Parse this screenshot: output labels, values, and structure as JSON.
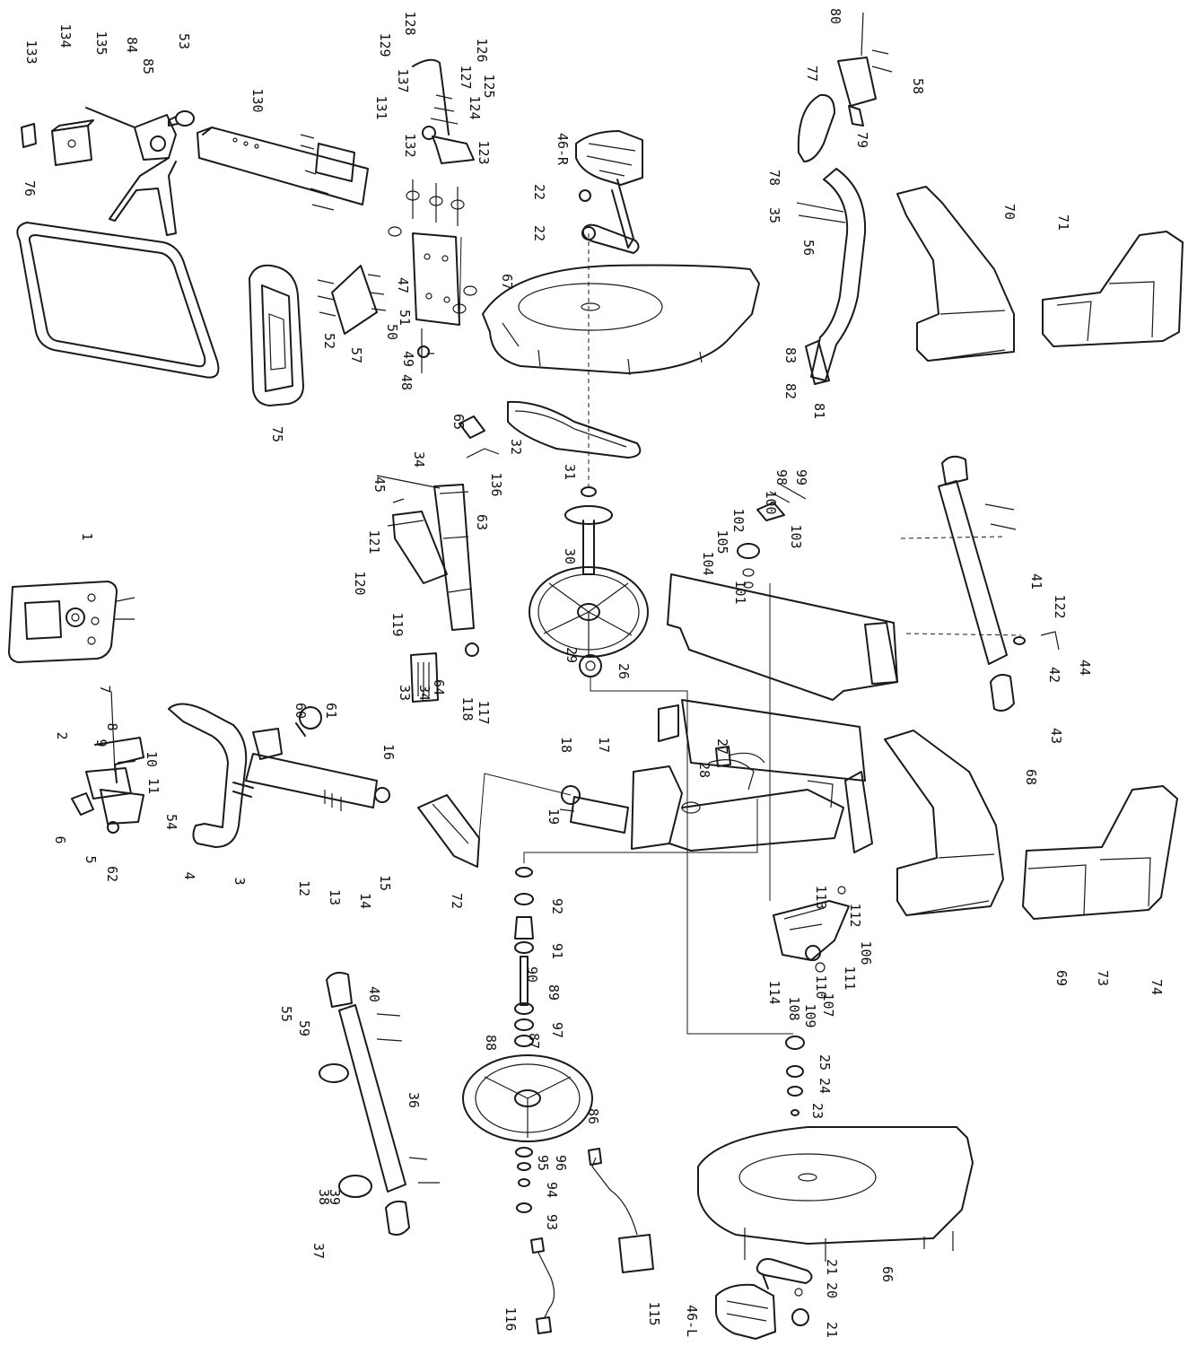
{
  "labels": [
    {
      "id": "p133",
      "text": "133"
    },
    {
      "id": "p134",
      "text": "134"
    },
    {
      "id": "p135",
      "text": "135"
    },
    {
      "id": "p84",
      "text": "84"
    },
    {
      "id": "p85",
      "text": "85"
    },
    {
      "id": "p53",
      "text": "53"
    },
    {
      "id": "p130",
      "text": "130"
    },
    {
      "id": "p76",
      "text": "76"
    },
    {
      "id": "p75",
      "text": "75"
    },
    {
      "id": "p52",
      "text": "52"
    },
    {
      "id": "p57",
      "text": "57"
    },
    {
      "id": "p128",
      "text": "128"
    },
    {
      "id": "p129",
      "text": "129"
    },
    {
      "id": "p137",
      "text": "137"
    },
    {
      "id": "p131",
      "text": "131"
    },
    {
      "id": "p127",
      "text": "127"
    },
    {
      "id": "p126",
      "text": "126"
    },
    {
      "id": "p125",
      "text": "125"
    },
    {
      "id": "p124",
      "text": "124"
    },
    {
      "id": "p132",
      "text": "132"
    },
    {
      "id": "p123",
      "text": "123"
    },
    {
      "id": "p46R",
      "text": "46-R"
    },
    {
      "id": "p22a",
      "text": "22"
    },
    {
      "id": "p22b",
      "text": "22"
    },
    {
      "id": "p47",
      "text": "47"
    },
    {
      "id": "p51",
      "text": "51"
    },
    {
      "id": "p50",
      "text": "50"
    },
    {
      "id": "p49",
      "text": "49"
    },
    {
      "id": "p48",
      "text": "48"
    },
    {
      "id": "p67",
      "text": "67"
    },
    {
      "id": "p80",
      "text": "80"
    },
    {
      "id": "p77",
      "text": "77"
    },
    {
      "id": "p58",
      "text": "58"
    },
    {
      "id": "p79",
      "text": "79"
    },
    {
      "id": "p78",
      "text": "78"
    },
    {
      "id": "p35",
      "text": "35"
    },
    {
      "id": "p56",
      "text": "56"
    },
    {
      "id": "p70",
      "text": "70"
    },
    {
      "id": "p71",
      "text": "71"
    },
    {
      "id": "p83",
      "text": "83"
    },
    {
      "id": "p82",
      "text": "82"
    },
    {
      "id": "p81",
      "text": "81"
    },
    {
      "id": "p65",
      "text": "65"
    },
    {
      "id": "p32",
      "text": "32"
    },
    {
      "id": "p31",
      "text": "31"
    },
    {
      "id": "p136",
      "text": "136"
    },
    {
      "id": "p34a",
      "text": "34"
    },
    {
      "id": "p45",
      "text": "45"
    },
    {
      "id": "p63",
      "text": "63"
    },
    {
      "id": "p121",
      "text": "121"
    },
    {
      "id": "p120",
      "text": "120"
    },
    {
      "id": "p119",
      "text": "119"
    },
    {
      "id": "p33",
      "text": "33"
    },
    {
      "id": "p34b",
      "text": "34"
    },
    {
      "id": "p64",
      "text": "64"
    },
    {
      "id": "p118",
      "text": "118"
    },
    {
      "id": "p117",
      "text": "117"
    },
    {
      "id": "p30",
      "text": "30"
    },
    {
      "id": "p29",
      "text": "29"
    },
    {
      "id": "p26",
      "text": "26"
    },
    {
      "id": "p98",
      "text": "98"
    },
    {
      "id": "p99",
      "text": "99"
    },
    {
      "id": "p100",
      "text": "100"
    },
    {
      "id": "p102",
      "text": "102"
    },
    {
      "id": "p105",
      "text": "105"
    },
    {
      "id": "p104",
      "text": "104"
    },
    {
      "id": "p103",
      "text": "103"
    },
    {
      "id": "p101",
      "text": "101"
    },
    {
      "id": "p41",
      "text": "41"
    },
    {
      "id": "p122",
      "text": "122"
    },
    {
      "id": "p44",
      "text": "44"
    },
    {
      "id": "p42",
      "text": "42"
    },
    {
      "id": "p43",
      "text": "43"
    },
    {
      "id": "p1",
      "text": "1"
    },
    {
      "id": "p7",
      "text": "7"
    },
    {
      "id": "p8",
      "text": "8"
    },
    {
      "id": "p2",
      "text": "2"
    },
    {
      "id": "p9",
      "text": "9"
    },
    {
      "id": "p10",
      "text": "10"
    },
    {
      "id": "p11",
      "text": "11"
    },
    {
      "id": "p6",
      "text": "6"
    },
    {
      "id": "p5",
      "text": "5"
    },
    {
      "id": "p62",
      "text": "62"
    },
    {
      "id": "p60",
      "text": "60"
    },
    {
      "id": "p61",
      "text": "61"
    },
    {
      "id": "p16",
      "text": "16"
    },
    {
      "id": "p54",
      "text": "54"
    },
    {
      "id": "p4",
      "text": "4"
    },
    {
      "id": "p3",
      "text": "3"
    },
    {
      "id": "p12",
      "text": "12"
    },
    {
      "id": "p13",
      "text": "13"
    },
    {
      "id": "p14",
      "text": "14"
    },
    {
      "id": "p15",
      "text": "15"
    },
    {
      "id": "p72",
      "text": "72"
    },
    {
      "id": "p18",
      "text": "18"
    },
    {
      "id": "p17",
      "text": "17"
    },
    {
      "id": "p19",
      "text": "19"
    },
    {
      "id": "p27",
      "text": "27"
    },
    {
      "id": "p28",
      "text": "28"
    },
    {
      "id": "p68",
      "text": "68"
    },
    {
      "id": "p113",
      "text": "113"
    },
    {
      "id": "p112",
      "text": "112"
    },
    {
      "id": "p106",
      "text": "106"
    },
    {
      "id": "p111",
      "text": "111"
    },
    {
      "id": "p110",
      "text": "110"
    },
    {
      "id": "p107",
      "text": "107"
    },
    {
      "id": "p69",
      "text": "69"
    },
    {
      "id": "p73",
      "text": "73"
    },
    {
      "id": "p74",
      "text": "74"
    },
    {
      "id": "p92",
      "text": "92"
    },
    {
      "id": "p91",
      "text": "91"
    },
    {
      "id": "p90",
      "text": "90"
    },
    {
      "id": "p89",
      "text": "89"
    },
    {
      "id": "p97",
      "text": "97"
    },
    {
      "id": "p87",
      "text": "87"
    },
    {
      "id": "p88",
      "text": "88"
    },
    {
      "id": "p86",
      "text": "86"
    },
    {
      "id": "p96",
      "text": "96"
    },
    {
      "id": "p95",
      "text": "95"
    },
    {
      "id": "p94",
      "text": "94"
    },
    {
      "id": "p93",
      "text": "93"
    },
    {
      "id": "p114",
      "text": "114"
    },
    {
      "id": "p108",
      "text": "108"
    },
    {
      "id": "p109",
      "text": "109"
    },
    {
      "id": "p40",
      "text": "40"
    },
    {
      "id": "p55",
      "text": "55"
    },
    {
      "id": "p59",
      "text": "59"
    },
    {
      "id": "p36",
      "text": "36"
    },
    {
      "id": "p38",
      "text": "38"
    },
    {
      "id": "p39",
      "text": "39"
    },
    {
      "id": "p37",
      "text": "37"
    },
    {
      "id": "p25",
      "text": "25"
    },
    {
      "id": "p24",
      "text": "24"
    },
    {
      "id": "p23",
      "text": "23"
    },
    {
      "id": "p66",
      "text": "66"
    },
    {
      "id": "p116",
      "text": "116"
    },
    {
      "id": "p115",
      "text": "115"
    },
    {
      "id": "p46L",
      "text": "46-L"
    },
    {
      "id": "p21a",
      "text": "21"
    },
    {
      "id": "p20",
      "text": "20"
    },
    {
      "id": "p21b",
      "text": "21"
    }
  ],
  "colors": {
    "ink": "#1a1a1a",
    "paper": "#ffffff",
    "leader_accent": "#1aa3a3"
  }
}
